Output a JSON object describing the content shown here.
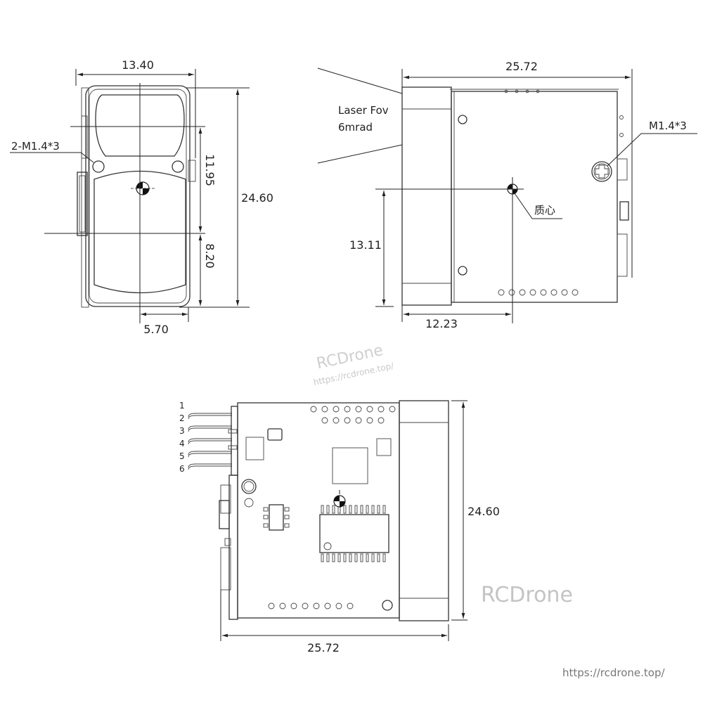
{
  "views": {
    "front": {
      "width_dim": "13.40",
      "height_dim": "24.60",
      "upper_dim": "11.95",
      "lower_dim": "8.20",
      "offset_dim": "5.70",
      "screw_label": "2-M1.4*3"
    },
    "side": {
      "length_dim": "25.72",
      "cg_height_dim": "13.11",
      "cg_depth_dim": "12.23",
      "laser_label_line1": "Laser Fov",
      "laser_label_line2": "6mrad",
      "screw_label": "M1.4*3",
      "cg_label": "质心"
    },
    "bottom": {
      "length_dim": "25.72",
      "height_dim": "24.60",
      "pins": [
        "1",
        "2",
        "3",
        "4",
        "5",
        "6"
      ]
    }
  },
  "watermarks": {
    "center_brand": "RCDrone",
    "center_url": "https://rcdrone.top/",
    "right_brand": "RCDrone",
    "footer_url": "https://rcdrone.top/"
  }
}
